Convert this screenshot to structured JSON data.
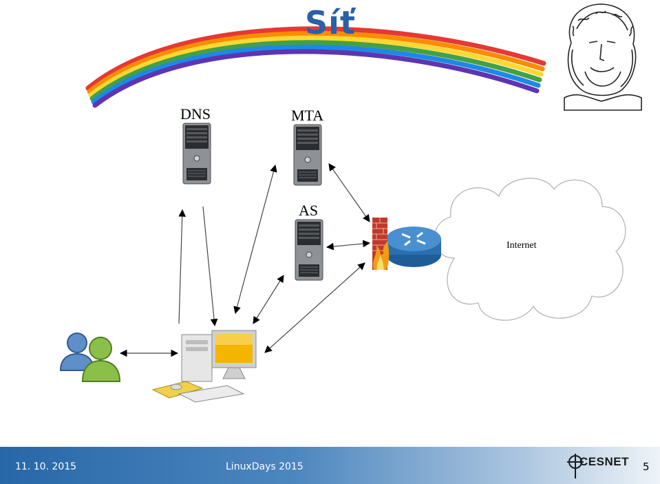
{
  "slide": {
    "title": "Síť"
  },
  "diagram": {
    "nodes": [
      {
        "id": "dns",
        "label": "DNS",
        "kind": "server-icon"
      },
      {
        "id": "mta",
        "label": "MTA",
        "kind": "server-icon"
      },
      {
        "id": "as",
        "label": "AS",
        "kind": "server-icon"
      },
      {
        "id": "internet",
        "label": "Internet",
        "kind": "cloud-icon"
      },
      {
        "id": "router",
        "label": "",
        "kind": "router-icon"
      },
      {
        "id": "firewall",
        "label": "",
        "kind": "firewall-icon"
      },
      {
        "id": "workstation",
        "label": "",
        "kind": "workstation-icon"
      },
      {
        "id": "users",
        "label": "",
        "kind": "users-icon"
      }
    ],
    "edges": [
      {
        "from": "workstation",
        "to": "dns"
      },
      {
        "from": "workstation",
        "to": "mta"
      },
      {
        "from": "workstation",
        "to": "as"
      },
      {
        "from": "workstation",
        "to": "firewall"
      },
      {
        "from": "users",
        "to": "workstation"
      },
      {
        "from": "mta",
        "to": "firewall"
      },
      {
        "from": "as",
        "to": "firewall"
      }
    ]
  },
  "footer": {
    "date": "11. 10. 2015",
    "event": "LinuxDays 2015",
    "brand": "CESNET",
    "page": "5"
  },
  "colors": {
    "title": "#2b5fa6",
    "footer_start": "#2767a8",
    "footer_end": "#eef3f8"
  }
}
